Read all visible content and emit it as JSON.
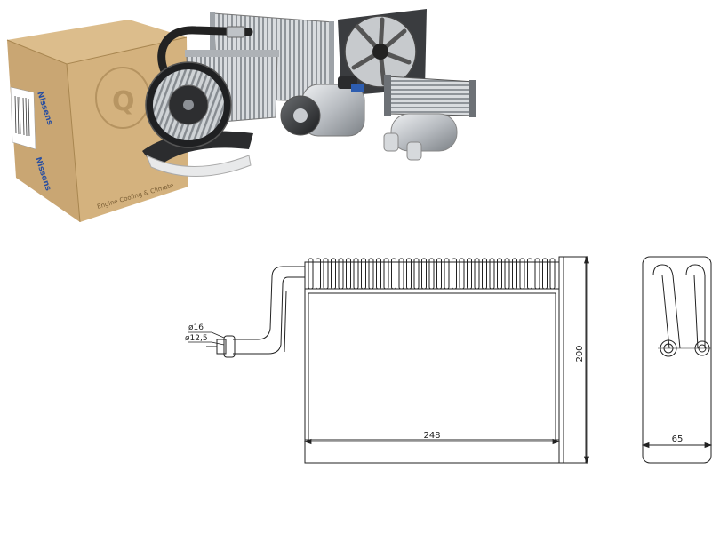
{
  "box": {
    "brand": "Nissens",
    "side_text": "Engine Cooling & Climate"
  },
  "drawing": {
    "dim_width": "248",
    "dim_height": "200",
    "dim_depth": "65",
    "pipe_outer_diameter": "ø16",
    "pipe_inner_diameter": "ø12,5"
  },
  "colors": {
    "box": "#c9a673",
    "box_dark": "#a88650",
    "line": "#222222",
    "metal": "#b8bcc1"
  }
}
